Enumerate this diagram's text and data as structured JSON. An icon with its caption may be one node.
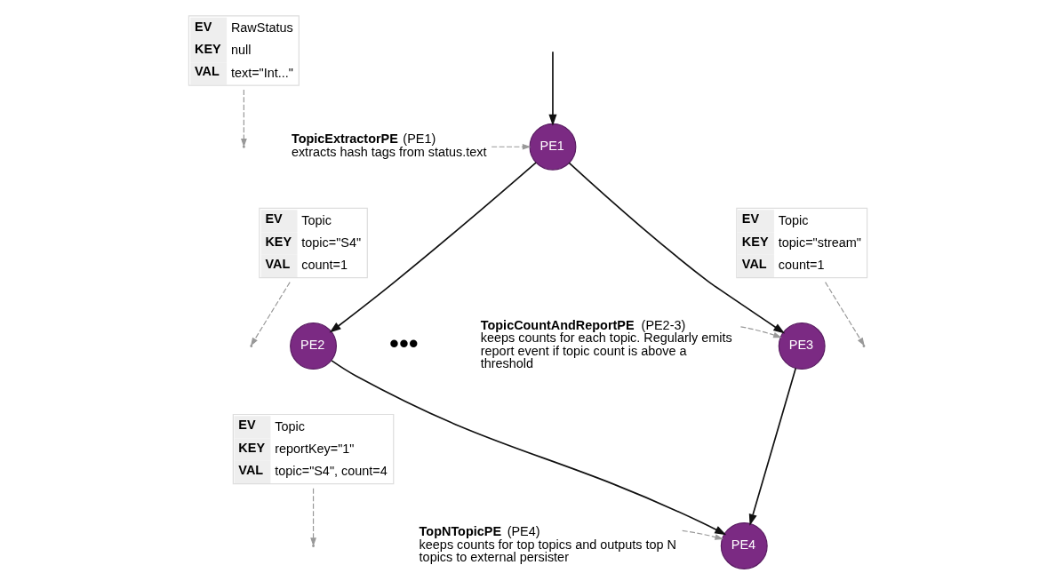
{
  "diagram": {
    "nodes": [
      {
        "text": [
          "EV",
          "RawStatus",
          "KEY",
          "null",
          "VAL",
          "text=\"Int...\""
        ]
      },
      {
        "text": [
          "PE1"
        ]
      },
      {
        "text": [
          "**TopicExtractorPE** (PE1)",
          "extracts hash tags from status.text"
        ]
      },
      {
        "text": [
          "EV",
          "Topic",
          "KEY",
          "topic=\"S4\"",
          "VAL",
          "count=1"
        ]
      },
      {
        "text": [
          "EV",
          "Topic",
          "KEY",
          "topic=\"stream\"",
          "VAL",
          "count=1"
        ]
      },
      {
        "text": [
          "PE2"
        ]
      },
      {
        "text": [
          "PE3"
        ]
      },
      {
        "text": [
          "**TopicCountAndReportPE** (PE2-3)",
          "keeps counts for each topic. Regularly emits report event if topic count is above a threshold"
        ]
      },
      {
        "text": [
          "EV",
          "Topic",
          "KEY",
          "reportKey=\"1\"",
          "VAL",
          "topic=\"S4\", count=4"
        ]
      },
      {
        "text": [
          "PE4"
        ]
      },
      {
        "text": [
          "**TopNTopicPE** (PE4)",
          "keeps counts for top topics and outputs top N topics to external persister"
        ]
      }
    ],
    "edges": [
      {
        "from": null,
        "to": 1,
        "arrow": "to",
        "color": "#111111"
      },
      {
        "from": 0,
        "to": null,
        "arrow": "to",
        "style": "dashed",
        "color": "#999999"
      },
      {
        "from": 2,
        "to": 1,
        "arrow": "to",
        "style": "dashed",
        "color": "#999999"
      },
      {
        "from": 1,
        "to": 5,
        "arrow": "to",
        "color": "#111111"
      },
      {
        "from": 1,
        "to": 6,
        "arrow": "to",
        "color": "#111111"
      },
      {
        "from": 3,
        "to": null,
        "arrow": "to",
        "style": "dashed",
        "color": "#999999"
      },
      {
        "from": 4,
        "to": null,
        "arrow": "to",
        "style": "dashed",
        "color": "#999999"
      },
      {
        "from": 7,
        "to": 6,
        "arrow": "to",
        "style": "dashed",
        "color": "#999999"
      },
      {
        "from": 5,
        "to": 9,
        "arrow": "to",
        "color": "#111111"
      },
      {
        "from": 6,
        "to": 9,
        "arrow": "to",
        "color": "#111111"
      },
      {
        "from": 8,
        "to": null,
        "arrow": "to",
        "style": "dashed",
        "color": "#999999"
      },
      {
        "from": 10,
        "to": 9,
        "arrow": "to",
        "style": "dashed",
        "color": "#999999"
      }
    ],
    "labels": [
      "•••"
    ]
  }
}
